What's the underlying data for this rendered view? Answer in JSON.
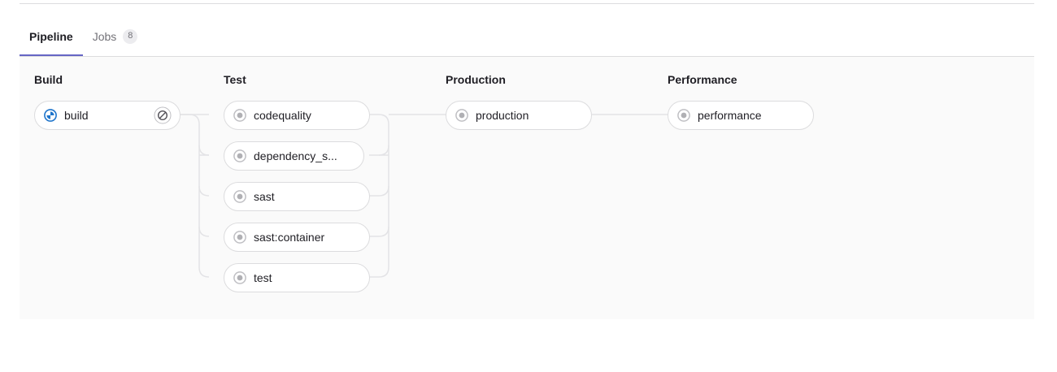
{
  "tabs": [
    {
      "label": "Pipeline",
      "badge": null,
      "active": true,
      "name": "tab-pipeline"
    },
    {
      "label": "Jobs",
      "badge": "8",
      "active": false,
      "name": "tab-jobs"
    }
  ],
  "colors": {
    "panel_background": "#fafafa",
    "page_background": "#ffffff",
    "border": "#dcdcde",
    "link": "#e3e3e6",
    "active_tab_underline": "#6666c4",
    "text_primary": "#1f1e24",
    "text_secondary": "#737278",
    "status_running": "#1f75cb",
    "status_created": "#868686",
    "badge_background": "#ececef"
  },
  "pipeline": {
    "stages": [
      {
        "name": "Build",
        "jobs": [
          {
            "name": "build",
            "status": "running",
            "status_icon": "status-running-icon",
            "action": "cancel",
            "action_icon": "cancel-icon"
          }
        ]
      },
      {
        "name": "Test",
        "jobs": [
          {
            "name": "codequality",
            "status": "created",
            "status_icon": "status-created-icon",
            "action": null,
            "action_icon": null
          },
          {
            "name": "dependency_s...",
            "status": "created",
            "status_icon": "status-created-icon",
            "action": null,
            "action_icon": null
          },
          {
            "name": "sast",
            "status": "created",
            "status_icon": "status-created-icon",
            "action": null,
            "action_icon": null
          },
          {
            "name": "sast:container",
            "status": "created",
            "status_icon": "status-created-icon",
            "action": null,
            "action_icon": null
          },
          {
            "name": "test",
            "status": "created",
            "status_icon": "status-created-icon",
            "action": null,
            "action_icon": null
          }
        ]
      },
      {
        "name": "Production",
        "jobs": [
          {
            "name": "production",
            "status": "created",
            "status_icon": "status-created-icon",
            "action": null,
            "action_icon": null
          }
        ]
      },
      {
        "name": "Performance",
        "jobs": [
          {
            "name": "performance",
            "status": "created",
            "status_icon": "status-created-icon",
            "action": null,
            "action_icon": null
          }
        ]
      }
    ]
  }
}
